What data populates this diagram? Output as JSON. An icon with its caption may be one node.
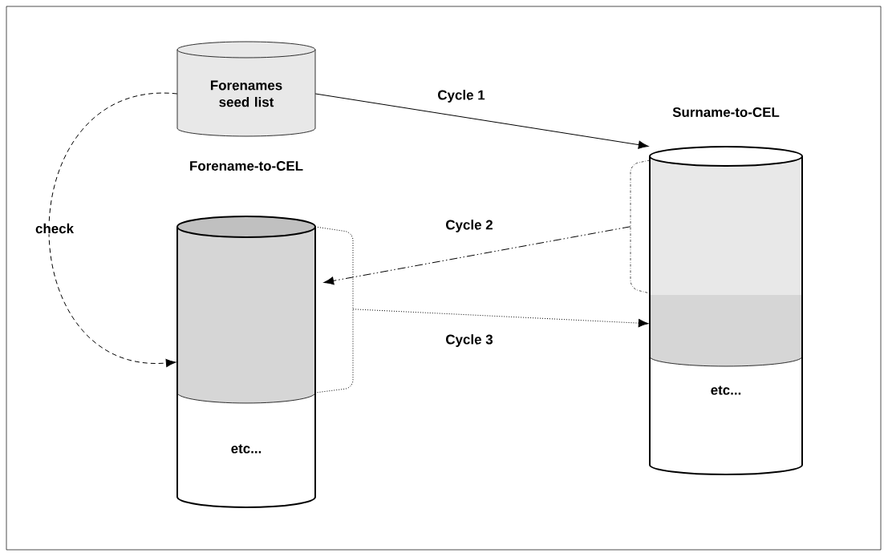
{
  "diagram": {
    "nodes": [
      {
        "text": [
          "Forenames seed list"
        ]
      },
      {
        "text": [
          "Forename-to-CEL",
          "etc..."
        ]
      },
      {
        "text": [
          "Surname-to-CEL",
          "etc..."
        ]
      }
    ],
    "edges": [
      {
        "from": 0,
        "to": 2,
        "arrow": "to",
        "label": "Cycle 1"
      },
      {
        "from": 2,
        "to": 1,
        "arrow": "to",
        "label": "Cycle 2",
        "style": "dashed"
      },
      {
        "from": 1,
        "to": 2,
        "arrow": "to",
        "label": "Cycle 3",
        "style": "dashed"
      },
      {
        "from": 0,
        "to": 1,
        "arrow": "to",
        "label": "check",
        "style": "dashed"
      }
    ]
  }
}
